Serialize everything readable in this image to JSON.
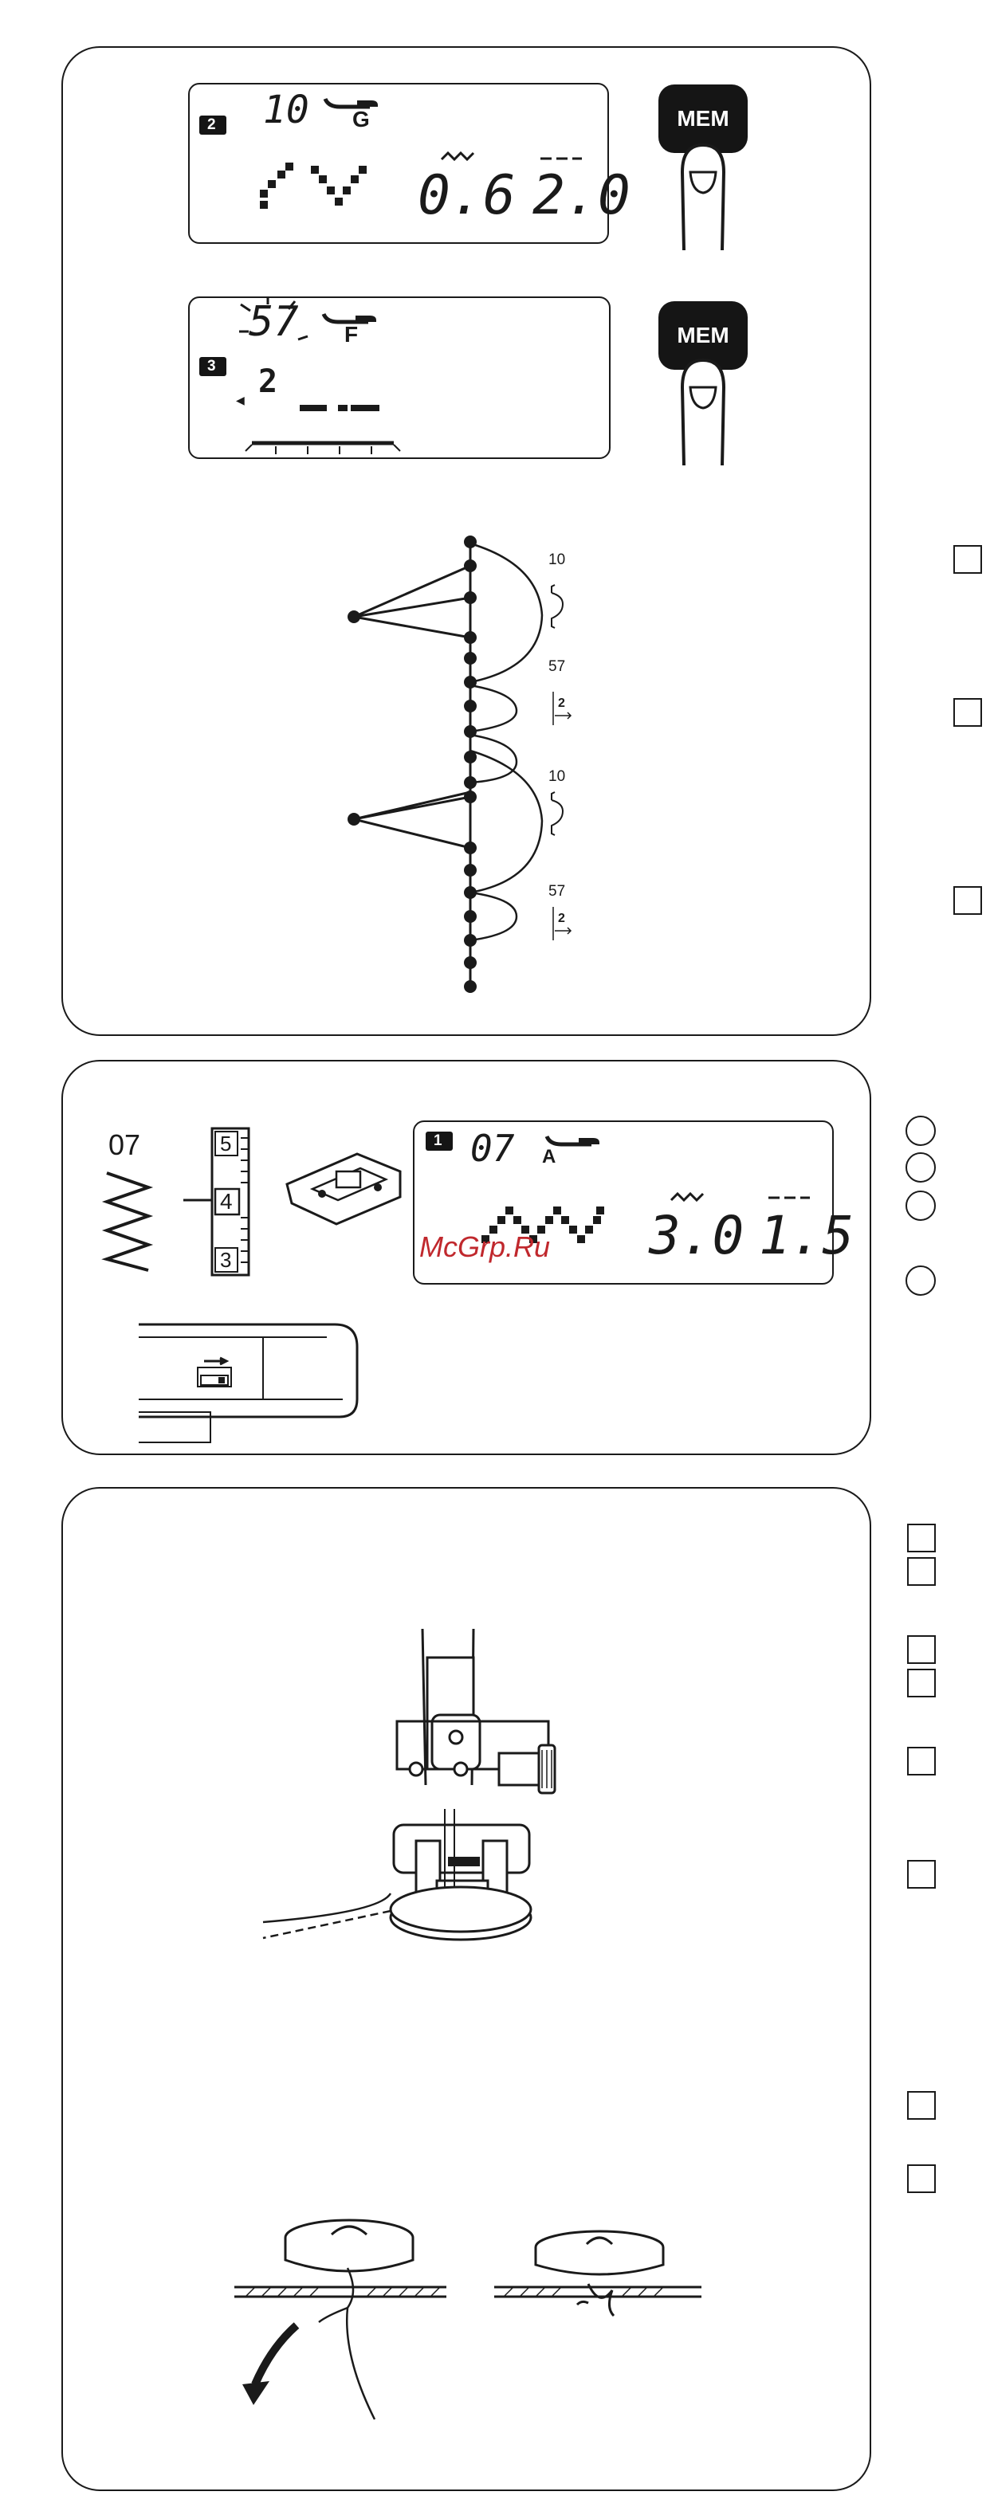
{
  "panel1": {
    "display_a": {
      "memory_slot": "2",
      "pattern_number": "10",
      "foot": "G",
      "width": "0.6",
      "length": "2.0"
    },
    "display_b": {
      "memory_slot": "3",
      "pattern_number": "57",
      "foot": "F",
      "stitch_preview": "2"
    },
    "mem_button_label": "MEM",
    "diagram": {
      "labels": [
        "10",
        "57",
        "10",
        "57"
      ],
      "sub_labels": [
        "2",
        "2"
      ]
    }
  },
  "panel2": {
    "pattern_label": "07",
    "dial_numbers": [
      "5",
      "4",
      "3"
    ],
    "display": {
      "memory_slot": "1",
      "pattern_number": "07",
      "foot": "A",
      "width": "3.0",
      "length": "1.5"
    },
    "watermark": "McGrp.Ru"
  },
  "colors": {
    "ink": "#1a1a1a",
    "watermark": "#c0282d",
    "button": "#151515"
  }
}
